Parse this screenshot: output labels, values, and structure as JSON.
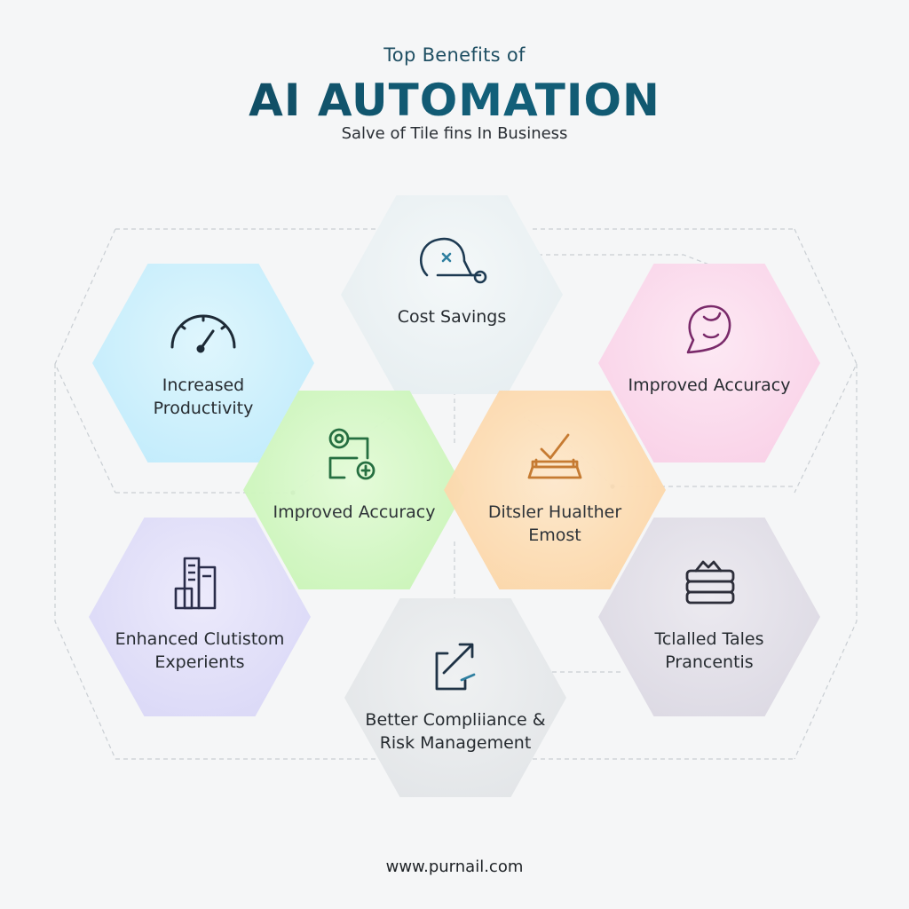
{
  "header": {
    "kicker": "Top Benefits of",
    "title": "AI AUTOMATION",
    "subtitle": "Salve of Tile fins In Business"
  },
  "benefits": [
    {
      "label": "Cost Savings",
      "icon": "robot-hand-icon",
      "color": "#e4ecef"
    },
    {
      "label": "Increased Productivity",
      "icon": "speedometer-icon",
      "color": "#bdeafb"
    },
    {
      "label": "Improved Accuracy",
      "icon": "face-chat-icon",
      "color": "#f8cde5"
    },
    {
      "label": "Improved Accuracy",
      "icon": "flow-gear-icon",
      "color": "#c4f3b0"
    },
    {
      "label": "Ditsler Hualther Emost",
      "icon": "checkbox-tray-icon",
      "color": "#fbd29f"
    },
    {
      "label": "Enhanced Clutistom Experients",
      "icon": "document-stack-icon",
      "color": "#d7d5f6"
    },
    {
      "label": "Tclalled Tales Prancentis",
      "icon": "server-stack-icon",
      "color": "#d9d6e1"
    },
    {
      "label": "Better Compliiance & Risk Management",
      "icon": "export-arrow-icon",
      "color": "#e0e3e6"
    }
  ],
  "footer": {
    "url": "www.purnail.com"
  },
  "colors": {
    "icon_stroke": "#1d3a52",
    "title_gradient": "#12607a"
  }
}
